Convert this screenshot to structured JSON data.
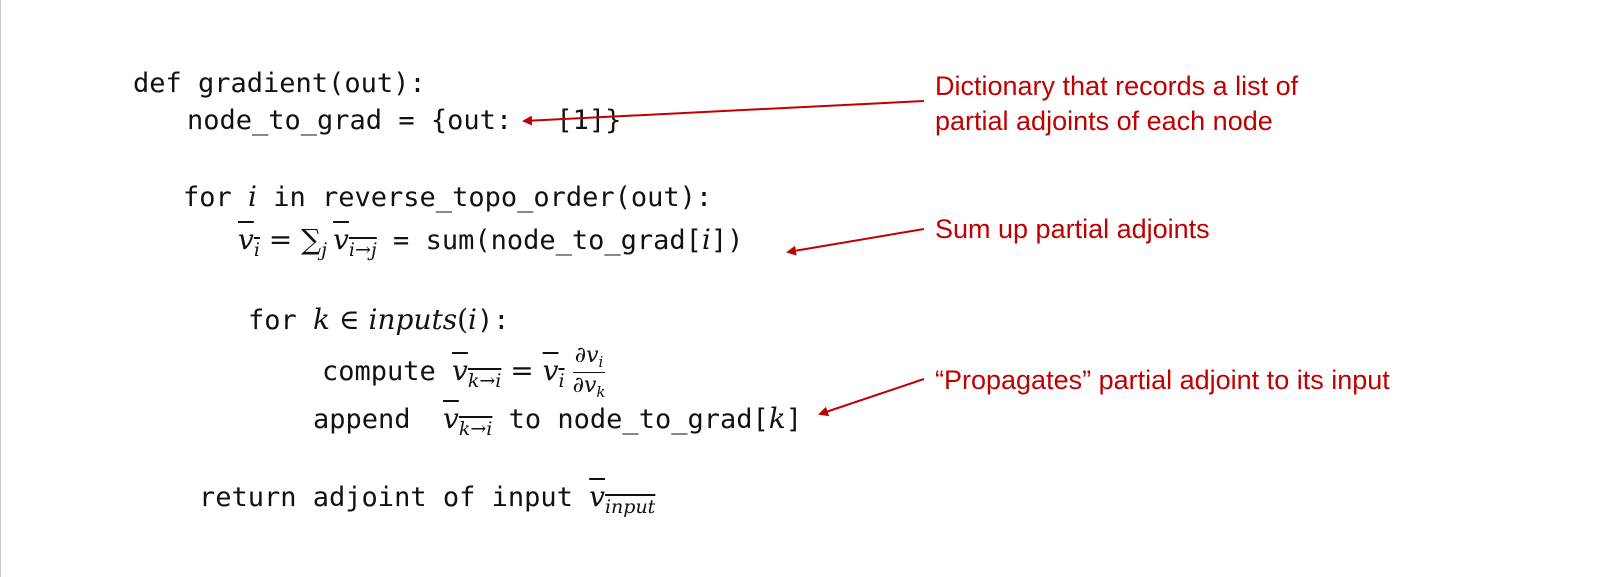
{
  "code": {
    "line1": "def gradient(out):",
    "line2_prefix": "node_to_grad = {out: ",
    "line2_value": "[1]}",
    "line3_for": "for ",
    "line3_var": "i",
    "line3_rest": " in reverse_topo_order(out):",
    "line4_v": "v",
    "line4_sub_i": "i",
    "line4_eq": " = ",
    "line4_sum": "∑",
    "line4_sum_sub": "j",
    "line4_v2": "v",
    "line4_sub_ij": "i→j",
    "line4_code": " = sum(node_to_grad[",
    "line4_idx": "i",
    "line4_close": "])",
    "line5_for": "for ",
    "line5_k": "k",
    "line5_in": " ∈ ",
    "line5_inputs": "inputs",
    "line5_paren": "(",
    "line5_i": "i",
    "line5_close": "):",
    "line6_compute": "compute ",
    "line6_v": "v",
    "line6_sub_ki": "k→i",
    "line6_eq": " = ",
    "line6_vbar": "v",
    "line6_vbar_sub": "i",
    "line6_frac_num": "∂v",
    "line6_frac_num_sub": "i",
    "line6_frac_den": "∂v",
    "line6_frac_den_sub": "k",
    "line7_append": "append  ",
    "line7_v": "v",
    "line7_sub_ki": "k→i",
    "line7_to": " to node_to_grad[",
    "line7_k": "k",
    "line7_close": "]",
    "line8_return": "return adjoint of input ",
    "line8_v": "v",
    "line8_sub": "input"
  },
  "notes": {
    "note1_line1": "Dictionary that records a list of",
    "note1_line2": "partial adjoints of each node",
    "note2": "Sum up partial adjoints",
    "note3": "“Propagates” partial adjoint to its input"
  },
  "colors": {
    "annotation": "#c00000",
    "code": "#111111"
  }
}
